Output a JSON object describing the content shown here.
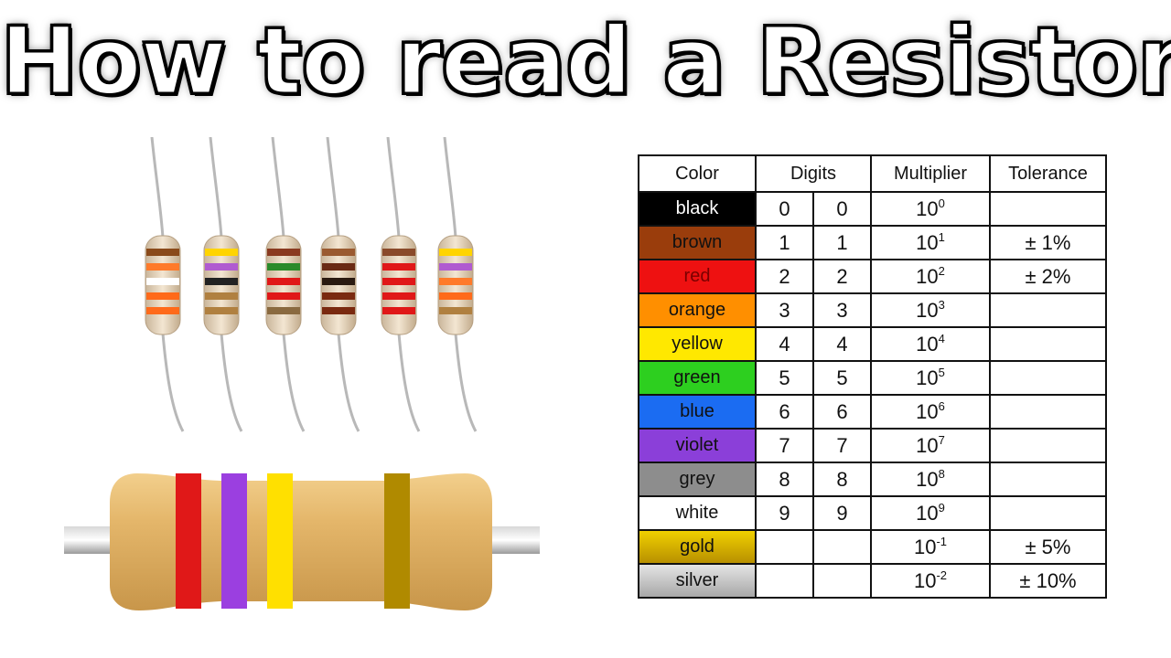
{
  "title": "How to read a Resistor",
  "table": {
    "headers": {
      "color": "Color",
      "digits": "Digits",
      "multiplier": "Multiplier",
      "tolerance": "Tolerance"
    },
    "multiplier_base": "10",
    "rows": [
      {
        "name": "black",
        "bg": "#000000",
        "fg": "#ffffff",
        "d1": "0",
        "d2": "0",
        "exp": "0",
        "tol": ""
      },
      {
        "name": "brown",
        "bg": "#9a3d0c",
        "fg": "#111111",
        "d1": "1",
        "d2": "1",
        "exp": "1",
        "tol": "± 1%"
      },
      {
        "name": "red",
        "bg": "#ee1111",
        "fg": "#7a0000",
        "d1": "2",
        "d2": "2",
        "exp": "2",
        "tol": "± 2%"
      },
      {
        "name": "orange",
        "bg": "#ff8f00",
        "fg": "#111111",
        "d1": "3",
        "d2": "3",
        "exp": "3",
        "tol": ""
      },
      {
        "name": "yellow",
        "bg": "#ffe800",
        "fg": "#111111",
        "d1": "4",
        "d2": "4",
        "exp": "4",
        "tol": ""
      },
      {
        "name": "green",
        "bg": "#2dcf1f",
        "fg": "#111111",
        "d1": "5",
        "d2": "5",
        "exp": "5",
        "tol": ""
      },
      {
        "name": "blue",
        "bg": "#1b6cf2",
        "fg": "#111111",
        "d1": "6",
        "d2": "6",
        "exp": "6",
        "tol": ""
      },
      {
        "name": "violet",
        "bg": "#8b3fd9",
        "fg": "#111111",
        "d1": "7",
        "d2": "7",
        "exp": "7",
        "tol": ""
      },
      {
        "name": "grey",
        "bg": "#8d8d8d",
        "fg": "#111111",
        "d1": "8",
        "d2": "8",
        "exp": "8",
        "tol": ""
      },
      {
        "name": "white",
        "bg": "#ffffff",
        "fg": "#111111",
        "d1": "9",
        "d2": "9",
        "exp": "9",
        "tol": ""
      },
      {
        "name": "gold",
        "bg": "#d7b300",
        "fg": "#111111",
        "d1": "",
        "d2": "",
        "exp": "-1",
        "tol": "± 5%"
      },
      {
        "name": "silver",
        "bg": "#c2c2c2",
        "fg": "#111111",
        "d1": "",
        "d2": "",
        "exp": "-2",
        "tol": "± 10%"
      }
    ]
  },
  "small_resistors": [
    {
      "bands": [
        "#8a4a1a",
        "#ff7a2a",
        "#ffffff",
        "#ff6a1a",
        "#ff6a1a"
      ]
    },
    {
      "bands": [
        "#ffd400",
        "#b05bd0",
        "#222222",
        "#b08040",
        "#b08040"
      ]
    },
    {
      "bands": [
        "#8a3a20",
        "#2a8a2a",
        "#e01818",
        "#e01818",
        "#8a6a40"
      ]
    },
    {
      "bands": [
        "#9a5a30",
        "#6a2a14",
        "#2a1a10",
        "#7a2a10",
        "#7a2a10"
      ]
    },
    {
      "bands": [
        "#8a4a2a",
        "#e01818",
        "#e01818",
        "#e01818",
        "#e01818"
      ]
    },
    {
      "bands": [
        "#ffd400",
        "#b05bd0",
        "#ff7a2a",
        "#ff6a1a",
        "#b08040"
      ]
    }
  ],
  "big_resistor": {
    "body_color": "#e4b66a",
    "bands": [
      "#e01818",
      "#9b3fe0",
      "#ffe000",
      "#b08a00"
    ]
  }
}
